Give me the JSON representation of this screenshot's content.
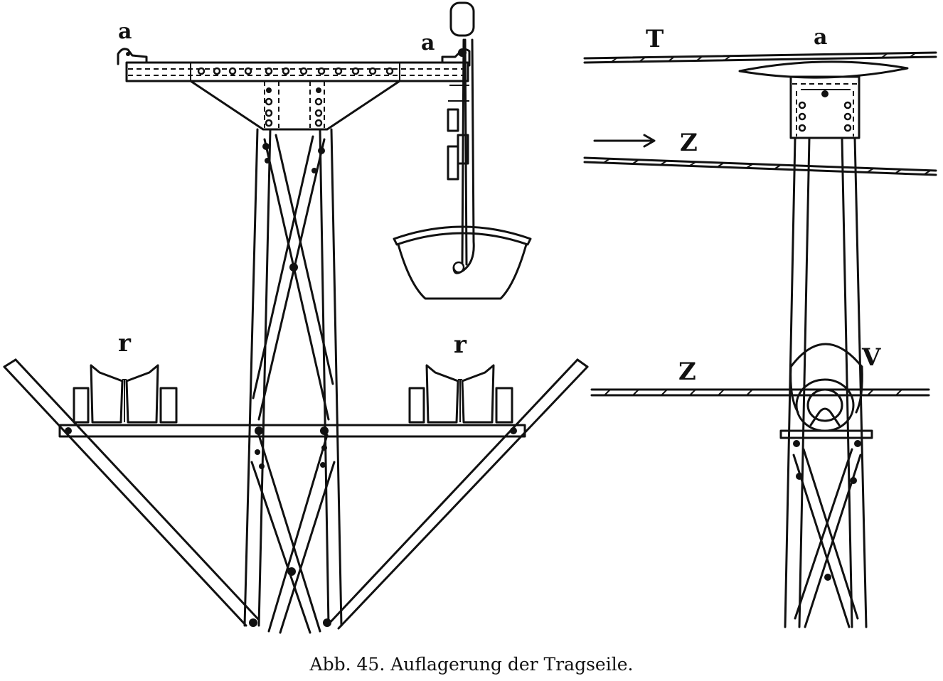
{
  "labels": {
    "a_left": "a",
    "a_right": "a",
    "a_side": "a",
    "T": "T",
    "Z_upper": "Z",
    "Z_lower": "Z",
    "V": "V",
    "r_left": "r",
    "r_right": "r"
  },
  "caption": "Abb. 45. Auflagerung der Tragseile."
}
